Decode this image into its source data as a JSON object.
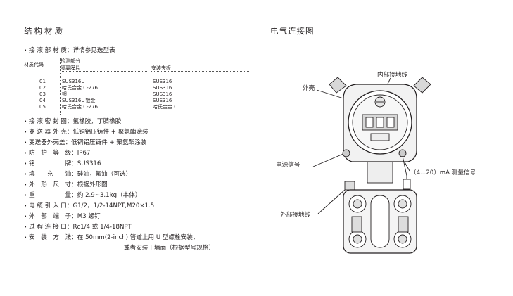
{
  "left_section": {
    "title": "结构材质",
    "wetted_materials": "接 液 部 材 质：详情参见选型表",
    "table": {
      "code_header": "材质代码",
      "group_header": "检测部分",
      "col_diaphragm": "隔离膜片",
      "col_flange": "安装夹板",
      "rows": [
        {
          "code": "01",
          "diaphragm": "SUS316L",
          "flange": "SUS316"
        },
        {
          "code": "02",
          "diaphragm": "哈氏合金 C-276",
          "flange": "SUS316"
        },
        {
          "code": "03",
          "diaphragm": "钽",
          "flange": "SUS316"
        },
        {
          "code": "04",
          "diaphragm": "SUS316L 镀金",
          "flange": "SUS316"
        },
        {
          "code": "05",
          "diaphragm": "哈氏合金 C-276",
          "flange": "哈氏合金 C"
        }
      ]
    },
    "specs": [
      "接 液 密 封 圈：氟橡胶，丁腈橡胶",
      "变 送 器 外 壳：低铜铝压铸件 + 聚氨酯涂装",
      "变送器外壳盖：低铜铝压铸件 + 聚氨酯涂装",
      "防　护　等　级：IP67",
      "铭　　　　　牌：SUS316",
      "填　　充　　油：硅油，氟油（可选）",
      "外　形　尺　寸：根据外形图",
      "重　　　　　量：约 2.9~3.1kg（本体）",
      "电 缆 引 入 口：G1/2，1/2-14NPT,M20×1.5",
      "外　部　端　子：M3 螺钉",
      "过 程 连 接 口：Rc1/4 或 1/4-18NPT",
      "安　装　方　法：在 50mm(2-inch) 管道上用 U 型螺栓安装，"
    ],
    "spec_continuation": "或者安装于墙面（根据型号规格）"
  },
  "right_section": {
    "title": "电气连接图",
    "labels": {
      "internal_ground": "内部接地线",
      "housing": "外壳",
      "power_signal": "电源信号",
      "measure_signal": "（4...20）mA 测量信号",
      "external_ground": "外部接地线"
    }
  }
}
